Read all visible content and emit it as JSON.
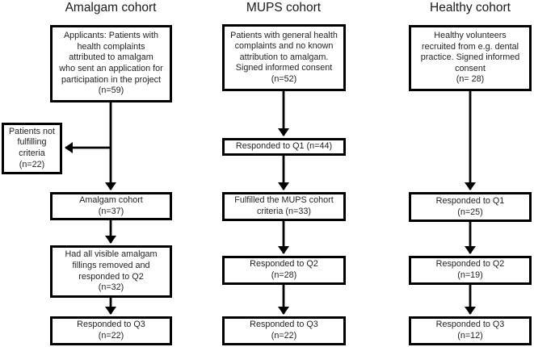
{
  "colors": {
    "line": "#000000",
    "text": "#1f1f1f",
    "background": "#ffffff"
  },
  "columns": [
    {
      "title": "Amalgam cohort",
      "boxes": [
        {
          "text": "Applicants: Patients with\nhealth complaints\nattributed to amalgam\nwho sent an application for\nparticipation in the project\n(n=59)"
        },
        {
          "text": "Amalgam cohort\n(n=37)"
        },
        {
          "text": "Had all visible amalgam\nfillings removed and\nresponded to Q2\n(n=32)"
        },
        {
          "text": "Responded to Q3\n(n=22)"
        }
      ],
      "exclusion_box": {
        "text": "Patients not\nfulfilling\ncriteria\n(n=22)"
      }
    },
    {
      "title": "MUPS cohort",
      "boxes": [
        {
          "text": "Patients with general health\ncomplaints and no known\nattribution to amalgam.\nSigned informed consent\n(n=52)"
        },
        {
          "text": "Responded to Q1 (n=44)"
        },
        {
          "text": "Fulfilled the MUPS cohort\ncriteria (n=33)"
        },
        {
          "text": "Responded to Q2\n(n=28)"
        },
        {
          "text": "Responded to Q3\n(n=22)"
        }
      ]
    },
    {
      "title": "Healthy cohort",
      "boxes": [
        {
          "text": "Healthy volunteers\nrecruited from e.g. dental\npractice. Signed informed\nconsent\n(n= 28)"
        },
        {
          "text": "Responded to Q1\n(n=25)"
        },
        {
          "text": "Responded to Q2\n(n=19)"
        },
        {
          "text": "Responded to Q3\n(n=12)"
        }
      ]
    }
  ]
}
